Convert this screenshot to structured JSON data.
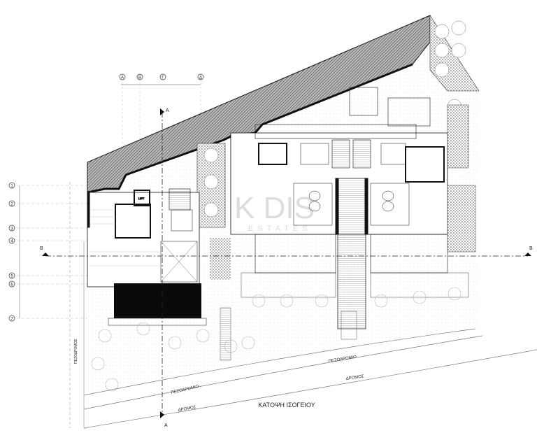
{
  "drawing": {
    "title": "ΚΑΤΟΨΗ ΙΣΟΓΕΙΟΥ",
    "grid_columns": [
      "A",
      "B",
      "Γ",
      "Δ"
    ],
    "grid_rows": [
      "1",
      "2",
      "3",
      "4",
      "5",
      "6",
      "7"
    ],
    "section_markers": {
      "vertical": "A",
      "horizontal": "B"
    },
    "street_labels": {
      "sidewalk": "ΠΕΖΟΔΡΟΜΙΟ",
      "road": "ΔΡΟΜΟΣ",
      "side_sidewalk": "ΠΕΖΟΔΡΟΜΟΣ"
    },
    "room_labels": {
      "lift": "LIFT"
    },
    "watermark": {
      "brand": "K DIS",
      "subtitle": "ESTATES"
    }
  },
  "colors": {
    "line": "#111111",
    "hatch": "#555555",
    "grid": "#9a9a9a"
  }
}
